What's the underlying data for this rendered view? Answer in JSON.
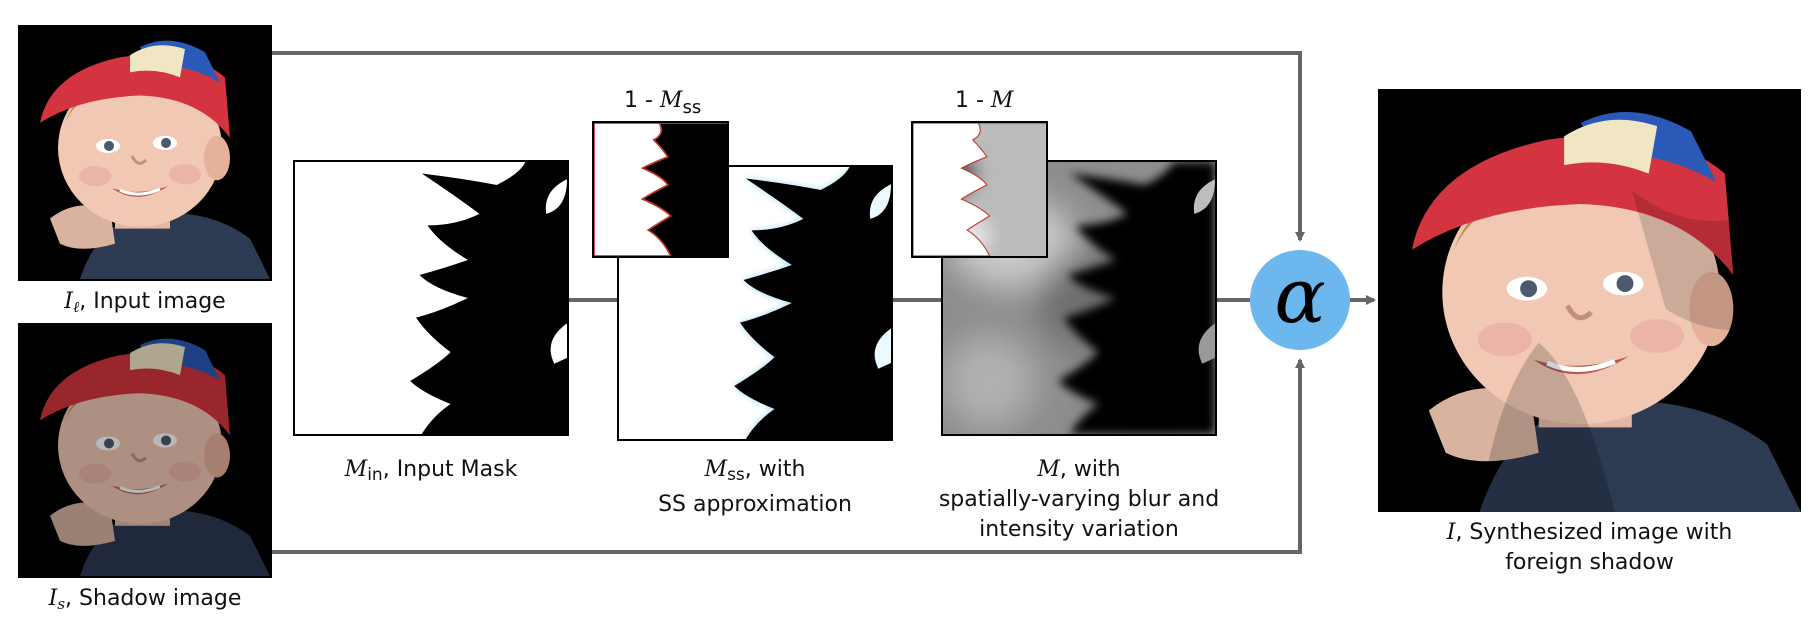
{
  "input_image": {
    "symbol": "I",
    "subscript": "ℓ",
    "caption": ", Input image"
  },
  "shadow_image": {
    "symbol": "I",
    "subscript": "s",
    "caption": ", Shadow image"
  },
  "input_mask": {
    "symbol": "M",
    "subscript": "in",
    "caption": ", Input Mask"
  },
  "ss_mask": {
    "symbol": "M",
    "subscript": "ss",
    "caption_line1": ", with",
    "caption_line2": "SS approximation",
    "inset_prefix": "1 - ",
    "inset_symbol": "M",
    "inset_subscript": "ss"
  },
  "final_mask": {
    "symbol": "M",
    "caption_line1": ", with",
    "caption_line2": "spatially-varying blur and",
    "caption_line3": "intensity variation",
    "inset_prefix": "1 - ",
    "inset_symbol": "M"
  },
  "alpha_node": {
    "symbol": "α",
    "color": "#6cb7ee"
  },
  "output_image": {
    "symbol": "I",
    "caption_line1": ", Synthesized image with",
    "caption_line2": "foreign shadow"
  },
  "colors": {
    "arrow": "#666666",
    "mask_glow": "#bfe9f7",
    "inset_edge": "#c0392b"
  }
}
